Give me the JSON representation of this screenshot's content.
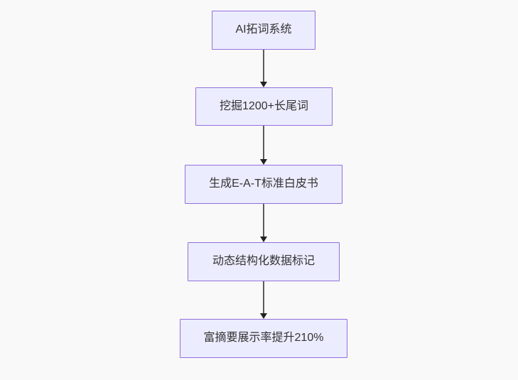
{
  "diagram": {
    "type": "flowchart",
    "direction": "top-to-bottom",
    "colors": {
      "page_bg": "#f9f9f9",
      "node_fill": "#ececff",
      "node_border": "#9370db",
      "text_color": "#333333",
      "edge_line": "#5b5b5b",
      "edge_head": "#222222"
    },
    "nodes": [
      {
        "id": "node-ai-expansion-system",
        "label": "AI拓词系统"
      },
      {
        "id": "node-longtail-mining",
        "label": "挖掘1200+长尾词"
      },
      {
        "id": "node-eat-whitepaper",
        "label": "生成E-A-T标准白皮书"
      },
      {
        "id": "node-structured-data",
        "label": "动态结构化数据标记"
      },
      {
        "id": "node-rich-snippet-result",
        "label": "富摘要展示率提升210%"
      }
    ],
    "edges": [
      {
        "from": "node-ai-expansion-system",
        "to": "node-longtail-mining"
      },
      {
        "from": "node-longtail-mining",
        "to": "node-eat-whitepaper"
      },
      {
        "from": "node-eat-whitepaper",
        "to": "node-structured-data"
      },
      {
        "from": "node-structured-data",
        "to": "node-rich-snippet-result"
      }
    ]
  }
}
